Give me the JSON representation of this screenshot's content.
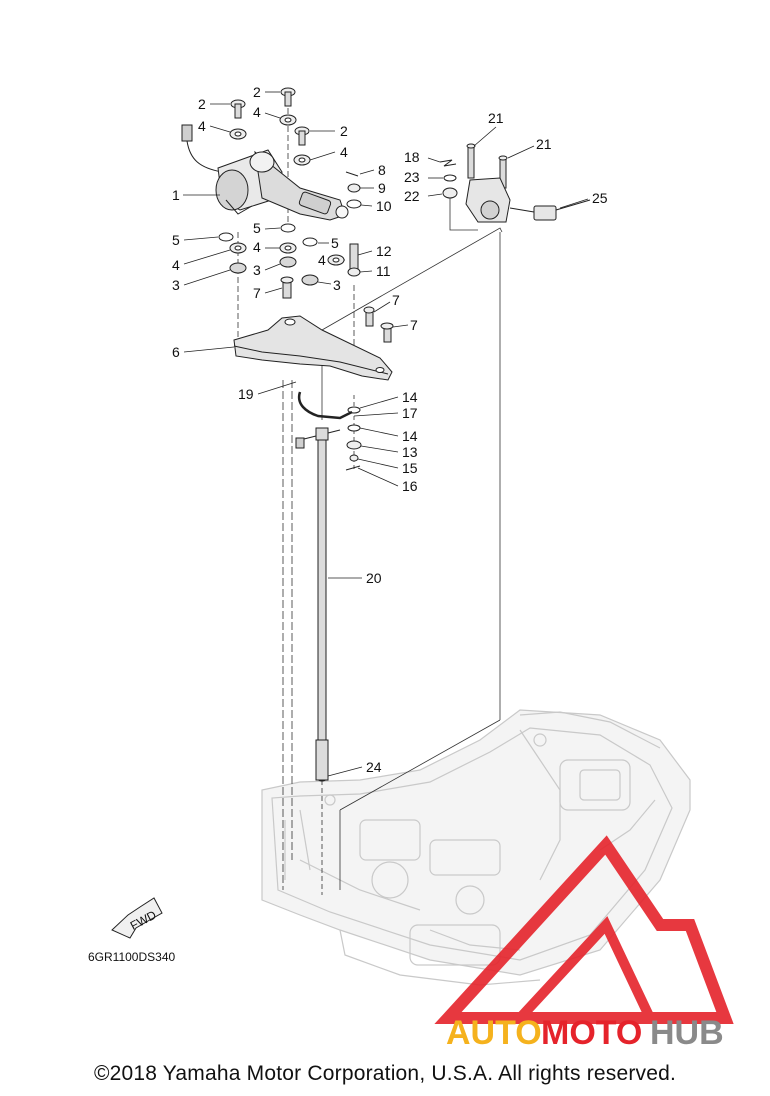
{
  "diagram": {
    "callouts": [
      "1",
      "2",
      "3",
      "4",
      "5",
      "6",
      "7",
      "8",
      "9",
      "10",
      "11",
      "12",
      "13",
      "14",
      "15",
      "16",
      "17",
      "18",
      "19",
      "20",
      "21",
      "22",
      "23",
      "24",
      "25"
    ],
    "fwd_label": "FWD",
    "drawing_code": "6GR1100DS340"
  },
  "watermark": {
    "part1": "AUTO",
    "part2": "MOTO",
    "part3": "HUB",
    "colors": {
      "auto": "#f5b21d",
      "moto": "#e5232b",
      "hub": "#8a8a8a",
      "triangle": "#e5232b"
    }
  },
  "footer": {
    "copyright": "©2018 Yamaha Motor Corporation, U.S.A. All rights reserved."
  }
}
